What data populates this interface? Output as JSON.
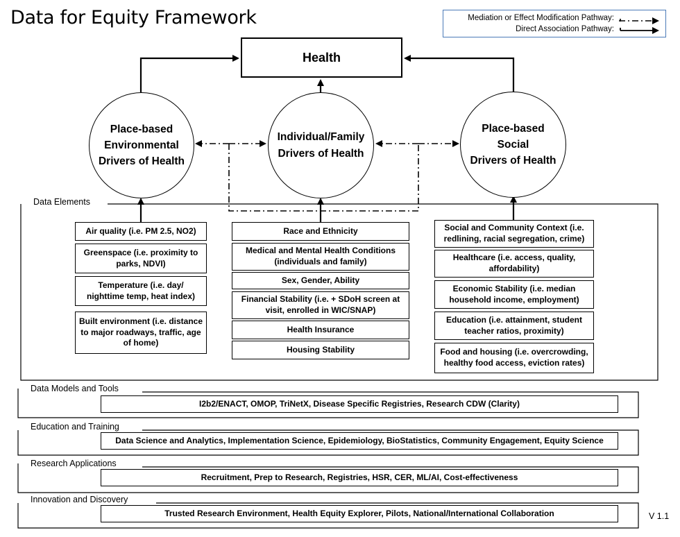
{
  "title": "Data for Equity Framework",
  "version": "V 1.1",
  "legend": {
    "mediation_label": "Mediation or Effect Modification Pathway:",
    "direct_label": "Direct Association Pathway:"
  },
  "health": "Health",
  "circles": {
    "environmental": [
      "Place-based",
      "Environmental",
      "Drivers of Health"
    ],
    "individual": [
      "Individual/Family",
      "Drivers of Health"
    ],
    "social": [
      "Place-based",
      "Social",
      "Drivers of Health"
    ]
  },
  "data_elements": {
    "label": "Data Elements",
    "environmental": [
      "Air quality (i.e. PM 2.5, NO2)",
      "Greenspace (i.e. proximity to parks, NDVI)",
      "Temperature (i.e. day/ nighttime temp, heat index)",
      "Built environment (i.e. distance to major roadways, traffic, age of home)"
    ],
    "individual": [
      "Race and Ethnicity",
      "Medical and Mental Health Conditions (individuals and family)",
      "Sex, Gender, Ability",
      "Financial Stability (i.e. + SDoH screen at visit, enrolled in WIC/SNAP)",
      "Health Insurance",
      "Housing  Stability"
    ],
    "social": [
      "Social and Community Context (i.e. redlining, racial segregation, crime)",
      "Healthcare (i.e. access, quality, affordability)",
      "Economic Stability (i.e. median household income, employment)",
      "Education (i.e. attainment, student teacher ratios, proximity)",
      "Food and housing (i.e. overcrowding, healthy food access, eviction rates)"
    ]
  },
  "sections": [
    {
      "label": "Data Models and Tools",
      "content": "I2b2/ENACT, OMOP, TriNetX, Disease Specific Registries, Research CDW (Clarity)"
    },
    {
      "label": "Education and Training",
      "content": "Data Science and Analytics, Implementation Science, Epidemiology, BioStatistics, Community Engagement, Equity Science"
    },
    {
      "label": "Research Applications",
      "content": "Recruitment, Prep to Research, Registries, HSR, CER, ML/AI, Cost-effectiveness"
    },
    {
      "label": "Innovation and Discovery",
      "content": "Trusted Research Environment, Health Equity Explorer, Pilots, National/International Collaboration"
    }
  ],
  "colors": {
    "legend_border": "#4a7ab8",
    "line": "#000000"
  }
}
